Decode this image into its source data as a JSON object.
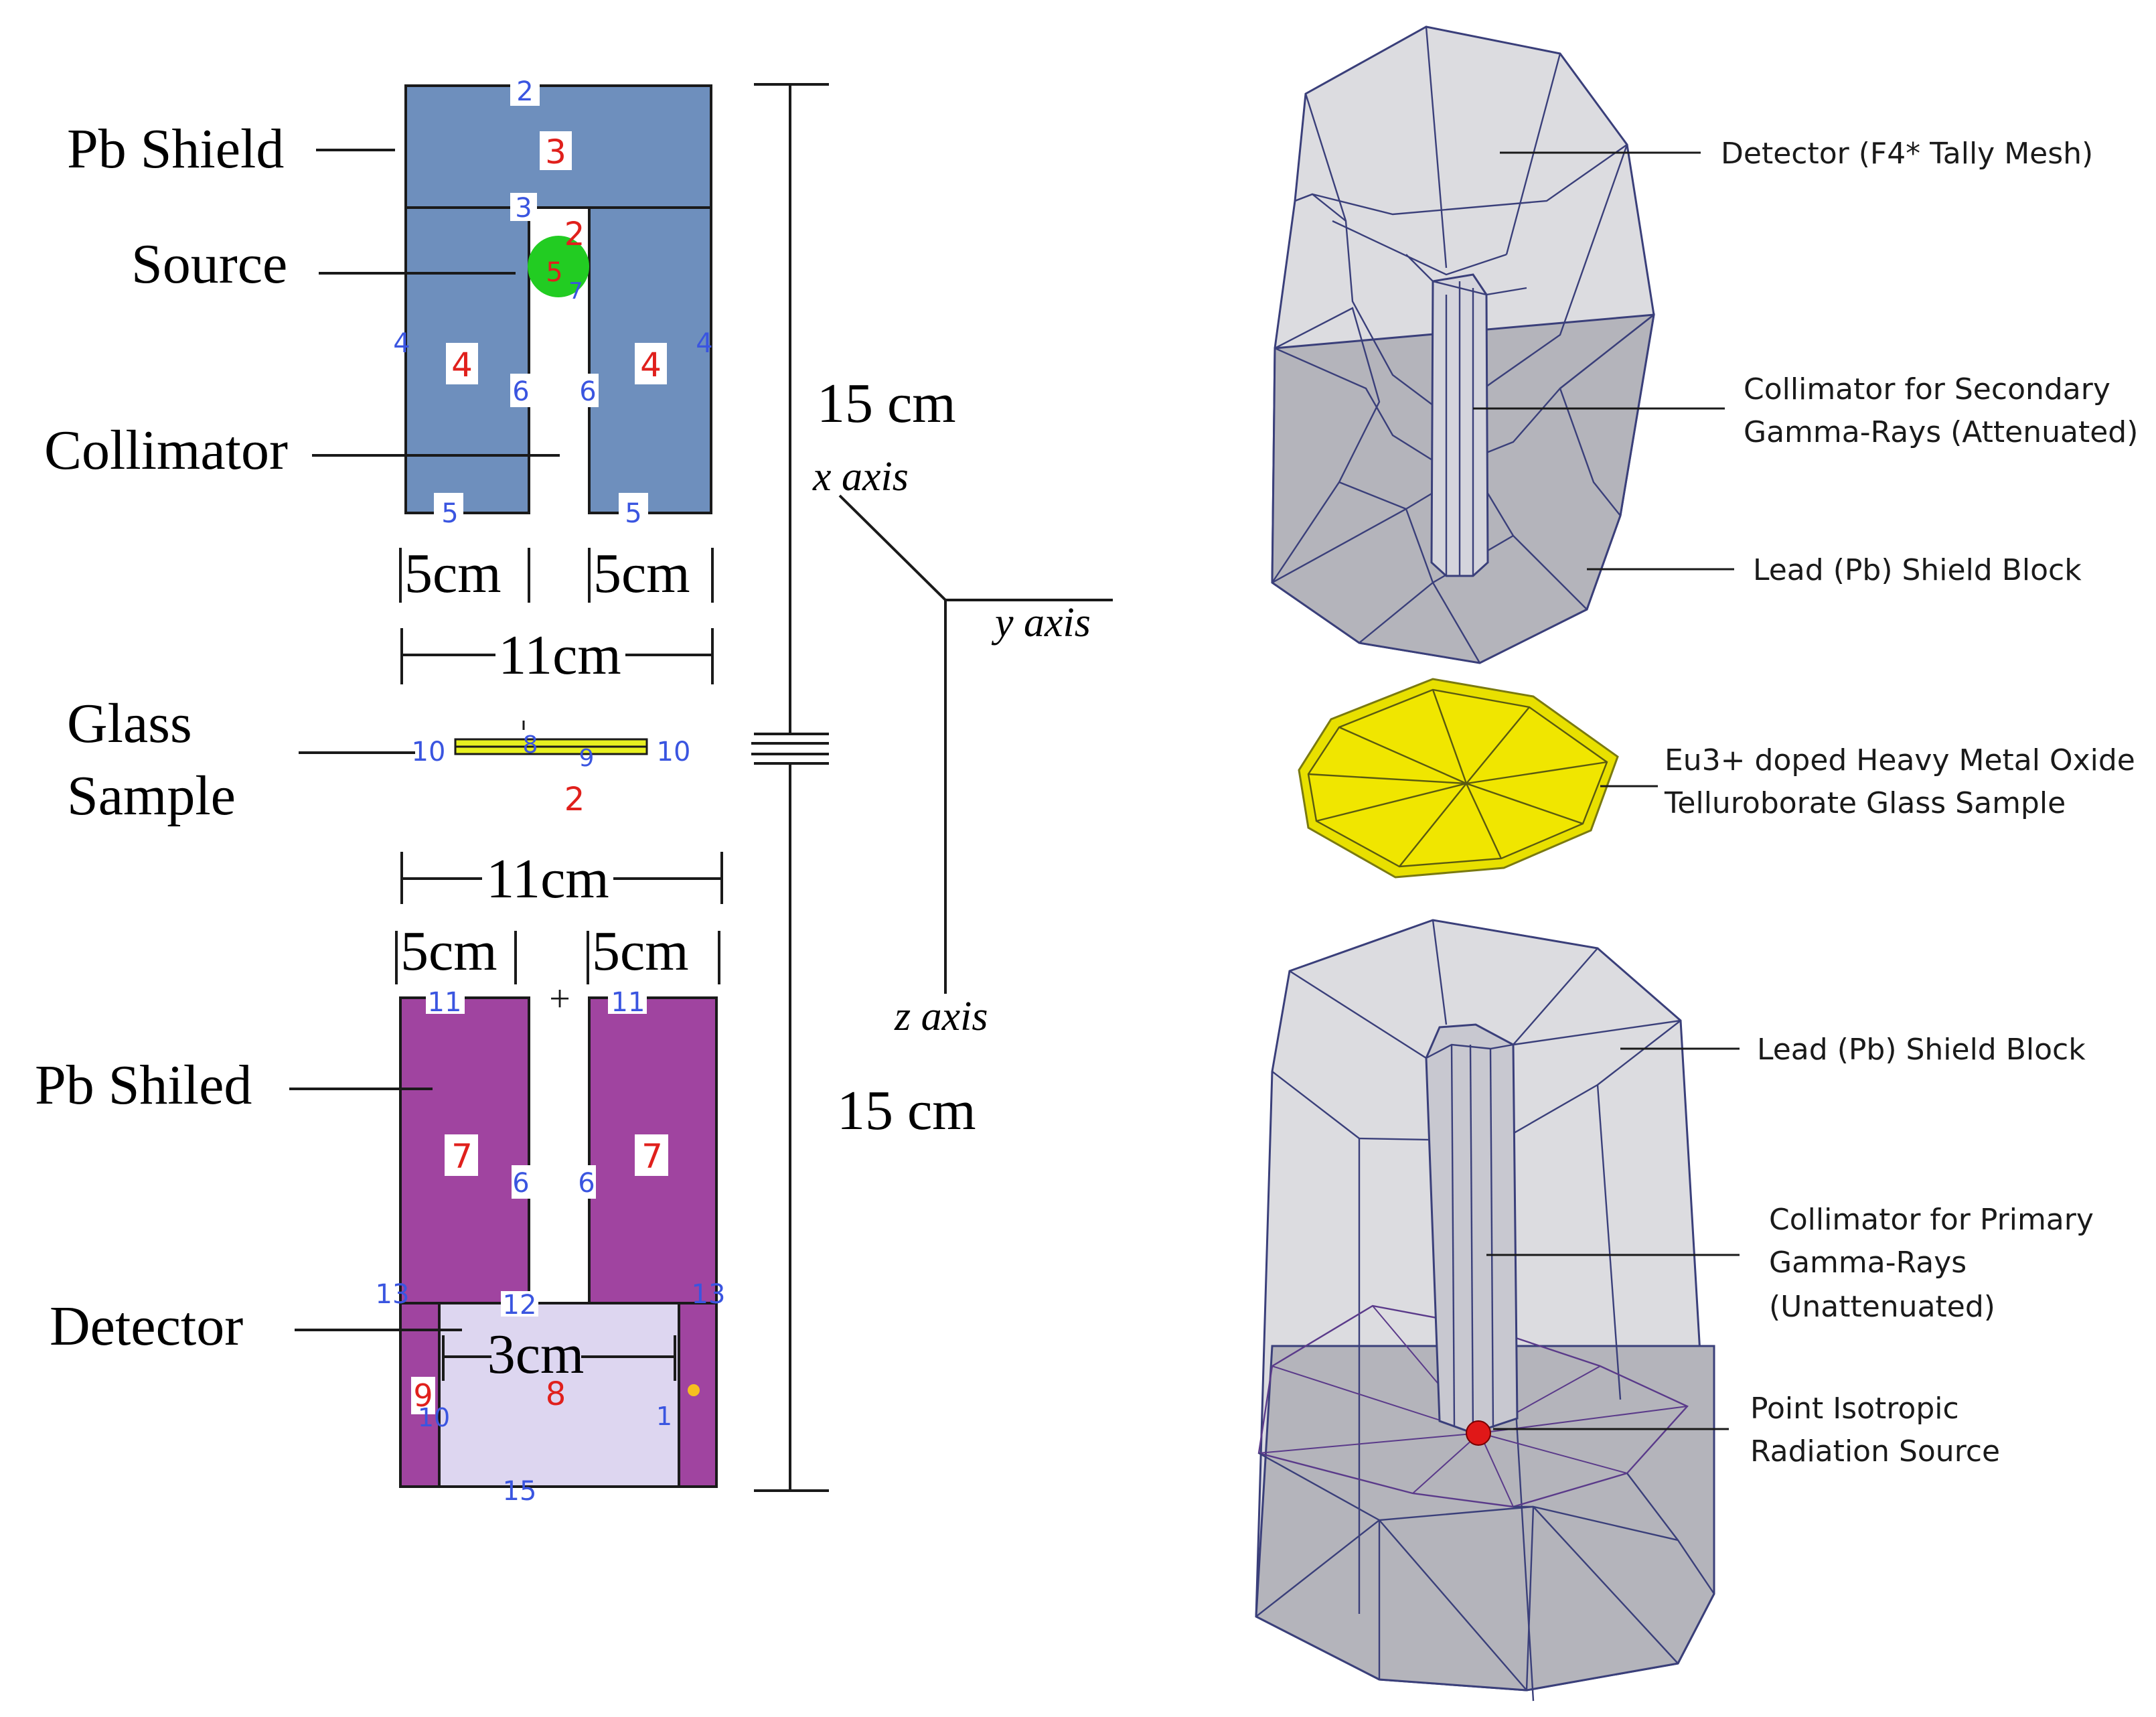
{
  "left_panel": {
    "labels": {
      "pb_shield_top": "Pb Shield",
      "source": "Source",
      "collimator": "Collimator",
      "glass_sample_line1": "Glass",
      "glass_sample_line2": "Sample",
      "pb_shield_bottom": "Pb Shiled",
      "detector": "Detector"
    },
    "dimensions": {
      "top_left_width": "5cm",
      "top_right_width": "5cm",
      "top_total_width": "11cm",
      "bottom_total_width": "11cm",
      "bottom_left_width": "5cm",
      "bottom_right_width": "5cm",
      "detector_width": "3cm",
      "top_height": "15 cm",
      "bottom_height": "15 cm"
    },
    "axes": {
      "x": "x axis",
      "y": "y axis",
      "z": "z axis"
    },
    "cell_numbers_red": {
      "top_block": "3",
      "source_upper": "2",
      "source": "5",
      "left_top": "4",
      "right_top": "4",
      "gap_below_sample": "2",
      "left_bottom": "7",
      "right_bottom": "7",
      "detector": "8",
      "side_bottom": "9"
    },
    "surface_numbers_blue": {
      "top": "2",
      "divider": "3",
      "source_side": "7",
      "left_outer": "4",
      "right_outer": "4",
      "inner_left": "6",
      "inner_right": "6",
      "bottom_left": "5",
      "bottom_right": "5",
      "sample_left": "10",
      "sample_mid": "8",
      "sample_mid2": "9",
      "sample_right": "10",
      "bot_top_left": "11",
      "bot_top_right": "11",
      "bot_inner_left": "6",
      "bot_inner_right": "6",
      "det_left": "13",
      "det_right": "13",
      "det_top": "12",
      "det_side_left": "10",
      "det_side_right": "1",
      "det_bottom": "15"
    },
    "colors": {
      "top_shield": "#6e8fbd",
      "source": "#22cc22",
      "glass": "#e7f020",
      "bottom_shield": "#a044a0",
      "detector": "#ddd6f0"
    }
  },
  "right_panel": {
    "labels": {
      "detector": "Detector (F4* Tally Mesh)",
      "collimator_secondary_line1": "Collimator for Secondary",
      "collimator_secondary_line2": "Gamma-Rays (Attenuated)",
      "shield_top": "Lead (Pb) Shield Block",
      "glass_line1": "Eu3+ doped Heavy Metal Oxide",
      "glass_line2": "Telluroborate Glass Sample",
      "shield_bottom": "Lead (Pb) Shield Block",
      "collimator_primary_line1": "Collimator for Primary",
      "collimator_primary_line2": "Gamma-Rays",
      "collimator_primary_line3": "(Unattenuated)",
      "source_line1": "Point Isotropic",
      "source_line2": "Radiation Source"
    },
    "colors": {
      "block_light": "#dcdce0",
      "block_dark": "#b4b4bb",
      "glass": "#f0e600",
      "source": "#e01818"
    }
  }
}
